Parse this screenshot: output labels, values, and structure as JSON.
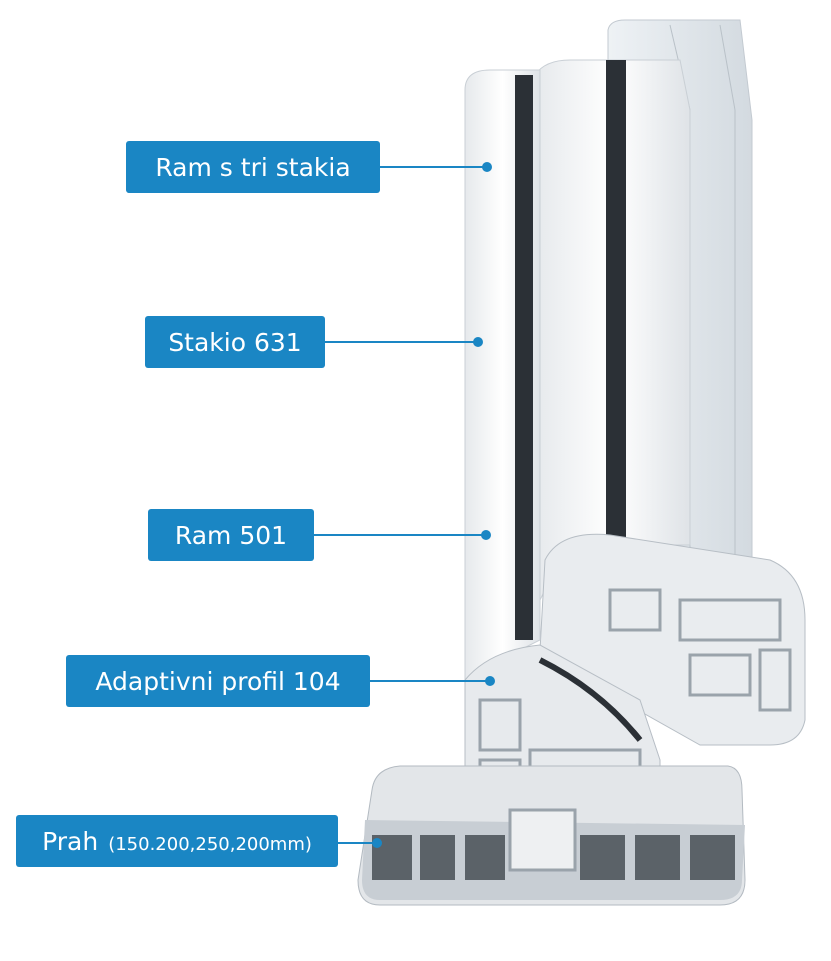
{
  "labels": [
    {
      "text": "Ram s tri stakia"
    },
    {
      "text": "Stakio 631"
    },
    {
      "text": "Ram 501"
    },
    {
      "text": "Adaptivni profil 104"
    },
    {
      "text": "Prah",
      "sub": "(150.200,250,200mm)"
    }
  ],
  "colors": {
    "accent": "#1a86c4",
    "profile": "#f2f4f6",
    "gasket": "#2b3036"
  }
}
